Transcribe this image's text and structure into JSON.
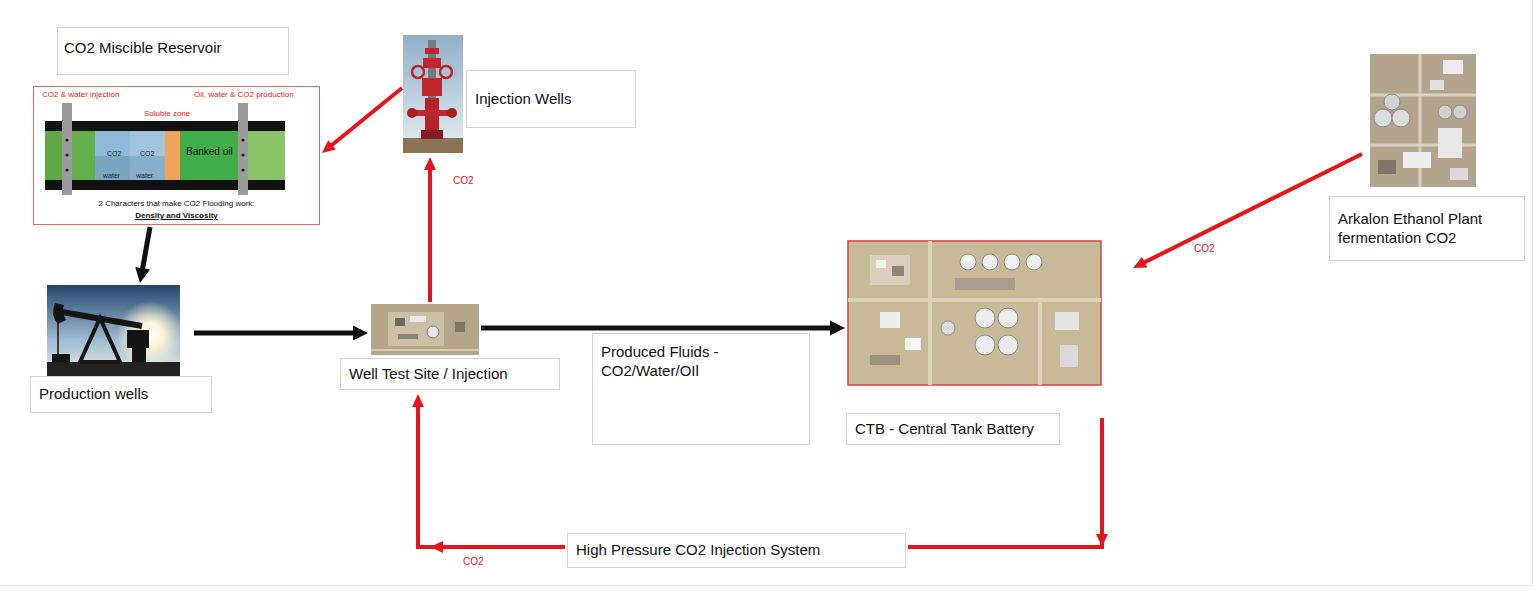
{
  "diagram": {
    "nodes": [
      {
        "text": [
          "CO2 Miscible Reservoir"
        ]
      },
      {
        "text": [
          "CO2 & water injection",
          "Oil, water & CO2 production",
          "Soluble zone",
          "CO2",
          "CO2",
          "Banked oil",
          "water",
          "water",
          "2 Characters that make CO2 Flooding work:",
          "Density and Viscosity"
        ]
      },
      {
        "text": [
          "Injection Wells"
        ]
      },
      {
        "text": [
          "Arkalon Ethanol Plant fermentation CO2"
        ]
      },
      {
        "text": [
          "Production wells"
        ]
      },
      {
        "text": [
          "Well Test Site / Injection"
        ]
      },
      {
        "text": [
          "Produced Fluids - CO2/Water/OIl"
        ]
      },
      {
        "text": [
          "CTB - Central Tank Battery"
        ]
      },
      {
        "text": [
          "High Pressure CO2 Injection System"
        ]
      }
    ],
    "edges": [
      {
        "from": 2,
        "to": 1,
        "arrow": "to"
      },
      {
        "from": 1,
        "to": 4,
        "arrow": "to"
      },
      {
        "from": 4,
        "to": 5,
        "arrow": "to"
      },
      {
        "from": 5,
        "to": 2,
        "label": "CO2",
        "arrow": "to"
      },
      {
        "from": 5,
        "to": 7,
        "arrow": "to"
      },
      {
        "from": 3,
        "to": 7,
        "label": "CO2",
        "arrow": "to"
      },
      {
        "from": 7,
        "to": 8,
        "arrow": "to"
      },
      {
        "from": 8,
        "to": 5,
        "label": "CO2",
        "arrow": "to"
      }
    ]
  }
}
